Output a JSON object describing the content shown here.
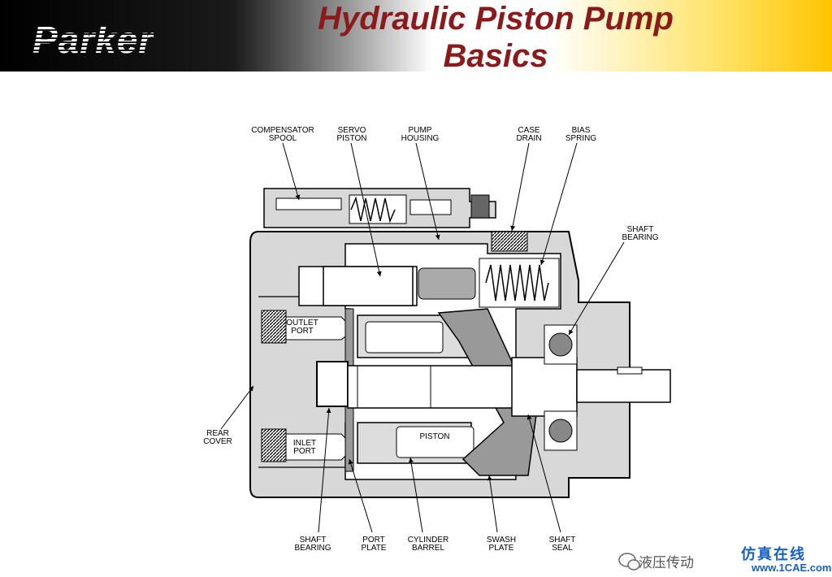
{
  "header": {
    "logo": "Parker",
    "title_line1": "Hydraulic Piston Pump",
    "title_line2": "Basics"
  },
  "labels": {
    "compensator_spool": [
      "COMPENSATOR",
      "SPOOL"
    ],
    "servo_piston": [
      "SERVO",
      "PISTON"
    ],
    "pump_housing": [
      "PUMP",
      "HOUSING"
    ],
    "case_drain": [
      "CASE",
      "DRAIN"
    ],
    "bias_spring": [
      "BIAS",
      "SPRING"
    ],
    "shaft_bearing_top": [
      "SHAFT",
      "BEARING"
    ],
    "outlet_port": [
      "OUTLET",
      "PORT"
    ],
    "inlet_port": [
      "INLET",
      "PORT"
    ],
    "rear_cover": [
      "REAR",
      "COVER"
    ],
    "piston": "PISTON",
    "shaft_bearing_bottom": [
      "SHAFT",
      "BEARING"
    ],
    "port_plate": [
      "PORT",
      "PLATE"
    ],
    "cylinder_barrel": [
      "CYLINDER",
      "BARREL"
    ],
    "swash_plate": [
      "SWASH",
      "PLATE"
    ],
    "shaft_seal": [
      "SHAFT",
      "SEAL"
    ]
  },
  "footer": {
    "wechat_text": "液压传动",
    "brand_line1": "仿真在线",
    "brand_line2": "www.1CAE.com"
  }
}
